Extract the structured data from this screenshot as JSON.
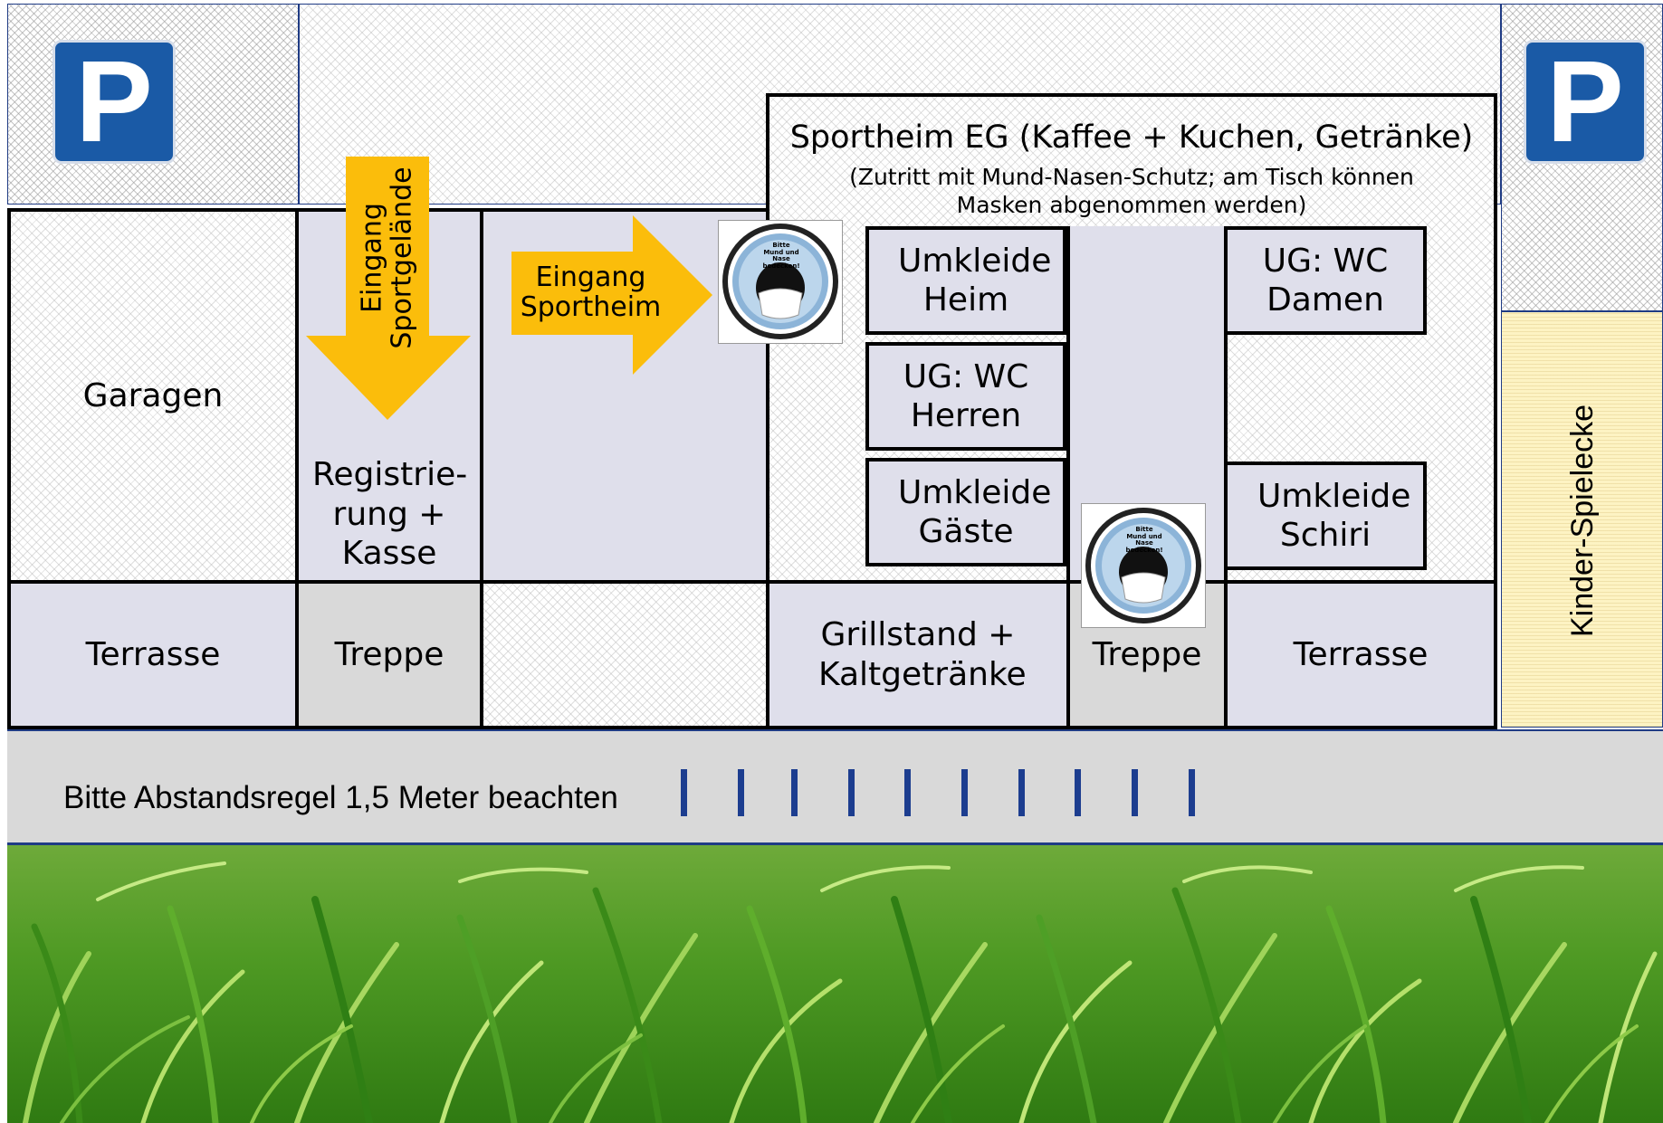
{
  "parking": {
    "left": "P",
    "right": "P"
  },
  "building": {
    "title": "Sportheim EG (Kaffee + Kuchen, Getränke)",
    "note": "(Zutritt mit Mund-Nasen-Schutz; am Tisch können Masken abgenommen werden)"
  },
  "arrows": {
    "sportgelaende": "Eingang Sportgelände",
    "sportheim": "Eingang Sportheim"
  },
  "rooms": {
    "garagen": "Garagen",
    "registrierung": "Registrie-rung + Kasse",
    "umkleide_heim": "Umkleide Heim",
    "wc_herren": "UG: WC Herren",
    "umkleide_gaeste": "Umkleide Gäste",
    "wc_damen": "UG: WC Damen",
    "umkleide_schiri": "Umkleide Schiri",
    "terrasse_left": "Terrasse",
    "treppe_left": "Treppe",
    "grillstand": "Grillstand + Kaltgetränke",
    "treppe_right": "Treppe",
    "terrasse_right": "Terrasse",
    "kinder": "Kinder-Spielecke"
  },
  "mask_sign": {
    "text": "Bitte Mund und Nase bedecken!"
  },
  "distance_notice": "Bitte Abstandsregel 1,5 Meter beachten",
  "colors": {
    "arrow": "#fbbd0b",
    "parking": "#1a5aa6",
    "room": "#dfdfeb",
    "tick": "#1c3d8f",
    "kinder": "#fdf3c3"
  }
}
